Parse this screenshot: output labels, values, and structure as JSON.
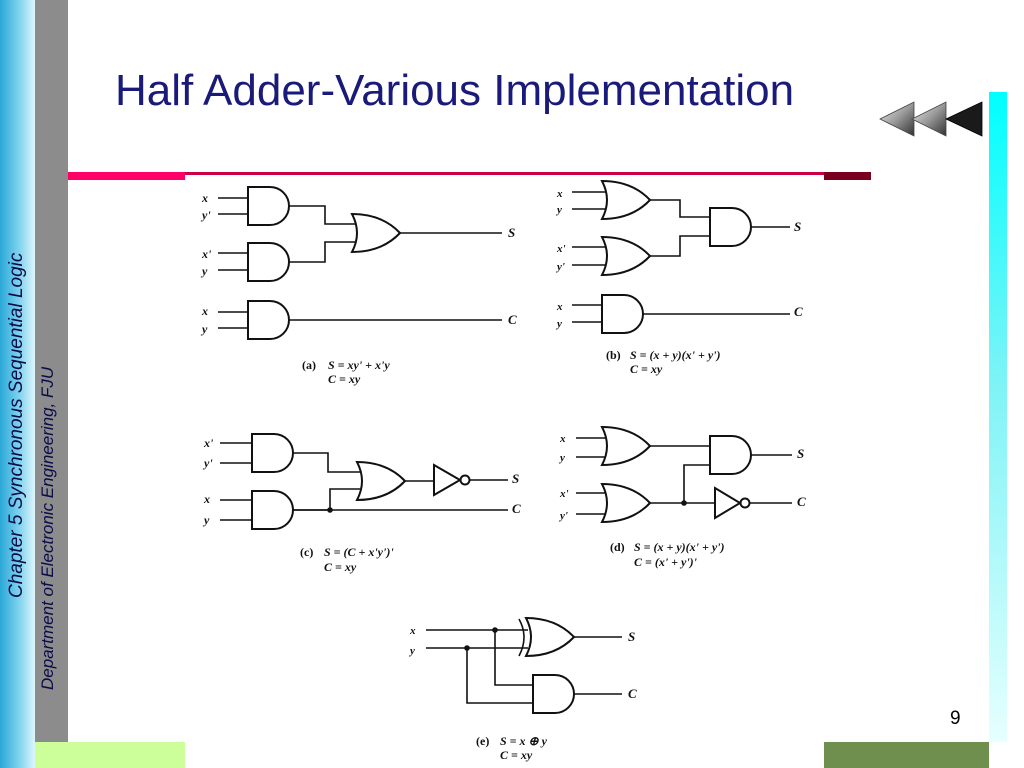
{
  "slide": {
    "title": "Half Adder-Various Implementation",
    "vertical_title": "Chapter 5 Synchronous Sequential Logic",
    "vertical_subtitle": "Department of Electronic Engineering, FJU",
    "page_number": "9"
  },
  "colors": {
    "title": "#1a1a7a",
    "accent_red": "#ff0066",
    "accent_dark_red": "#7a0020",
    "left_blue": "#2aa8d8",
    "right_cyan": "#00ffff",
    "footer_light_green": "#ccff99",
    "footer_dark_green": "#6e8f4e"
  },
  "nav_icons": [
    "rewind-arrow-icon",
    "back-arrow-icon",
    "back-arrow-icon"
  ],
  "circuits": {
    "a": {
      "inputs": [
        "x",
        "y'",
        "x'",
        "y",
        "x",
        "y"
      ],
      "outputs": [
        "S",
        "C"
      ],
      "caption_tag": "(a)",
      "eq1": "S = xy' + x'y",
      "eq2": "C = xy"
    },
    "b": {
      "inputs": [
        "x",
        "y",
        "x'",
        "y'",
        "x",
        "y"
      ],
      "outputs": [
        "S",
        "C"
      ],
      "caption_tag": "(b)",
      "eq1": "S = (x + y)(x' + y')",
      "eq2": "C = xy"
    },
    "c": {
      "inputs": [
        "x'",
        "y'",
        "x",
        "y"
      ],
      "outputs": [
        "S",
        "C"
      ],
      "caption_tag": "(c)",
      "eq1": "S = (C + x'y')'",
      "eq2": "C = xy"
    },
    "d": {
      "inputs": [
        "x",
        "y",
        "x'",
        "y'"
      ],
      "outputs": [
        "S",
        "C"
      ],
      "caption_tag": "(d)",
      "eq1": "S = (x + y)(x' + y')",
      "eq2": "C = (x' + y')'"
    },
    "e": {
      "inputs": [
        "x",
        "y"
      ],
      "outputs": [
        "S",
        "C"
      ],
      "caption_tag": "(e)",
      "eq1": "S = x ⊕ y",
      "eq2": "C = xy"
    }
  }
}
